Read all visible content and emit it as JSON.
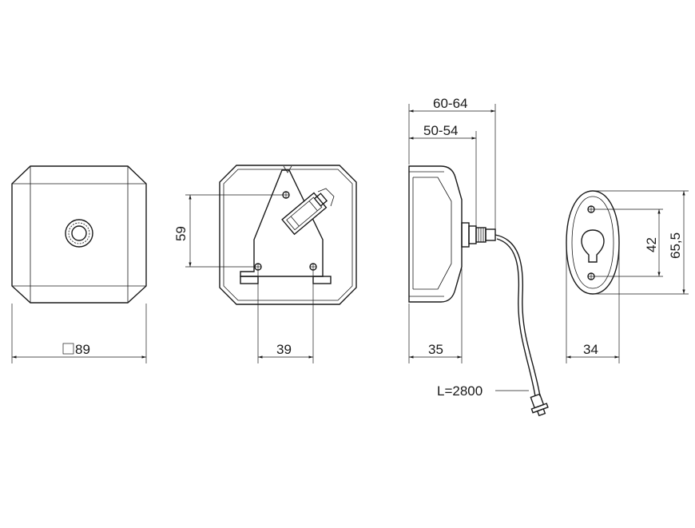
{
  "front_view": {
    "size_label": "89"
  },
  "back_view": {
    "height_label": "59",
    "hole_spacing_label": "39"
  },
  "side_view": {
    "overall_depth_label": "60-64",
    "thread_depth_label": "50-54",
    "body_depth_label": "35",
    "cable_label": "L=2800"
  },
  "bracket_view": {
    "width_label": "34",
    "hole_spacing_label": "42",
    "height_label": "65,5"
  }
}
